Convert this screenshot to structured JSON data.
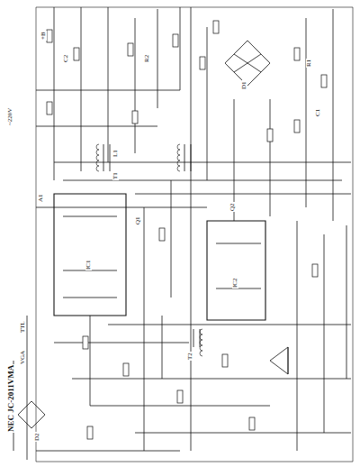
{
  "diagram": {
    "caption": "NEC JC-2011VMA",
    "labels": [
      "TTL",
      "VGA",
      "A1",
      "~220V",
      "T1",
      "T2",
      "Q1",
      "Q2",
      "IC1",
      "IC2",
      "D1",
      "D2",
      "C1",
      "C2",
      "R1",
      "R2",
      "L1",
      "+B"
    ]
  }
}
